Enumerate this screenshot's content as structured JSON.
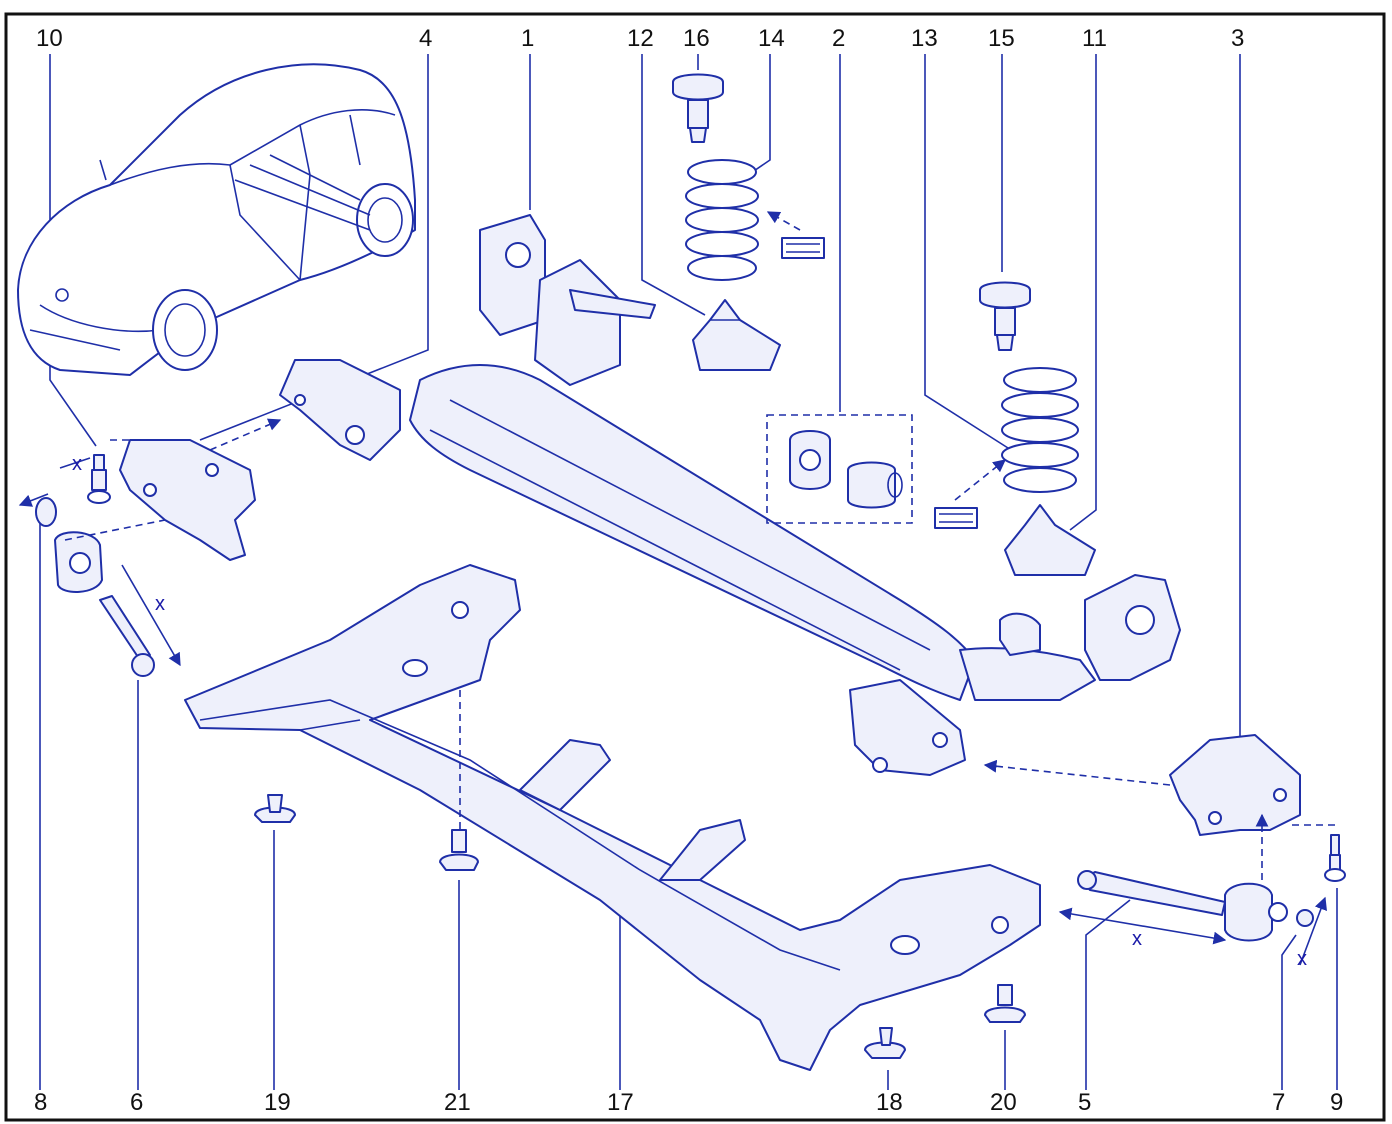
{
  "diagram": {
    "colors": {
      "line": "#1f2fa8",
      "fill": "#eef0fb",
      "frame": "#111111"
    },
    "callouts_top": [
      "10",
      "4",
      "1",
      "12",
      "16",
      "14",
      "2",
      "13",
      "15",
      "11",
      "3"
    ],
    "callouts_bottom": [
      "8",
      "6",
      "19",
      "21",
      "17",
      "18",
      "20",
      "5",
      "7",
      "9"
    ],
    "dimension_label": "x"
  }
}
